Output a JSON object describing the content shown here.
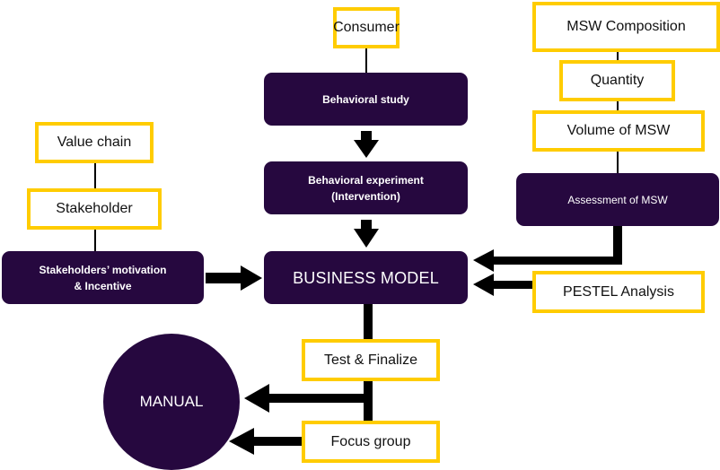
{
  "diagram": {
    "colors": {
      "process_fill": "#26083f",
      "input_border": "#ffcc00",
      "arrow": "#000000",
      "process_text": "#ffffff",
      "input_text": "#111111"
    },
    "nodes": {
      "consumer": "Consumer",
      "behavioral_study": "Behavioral study",
      "behavioral_experiment_line1": "Behavioral experiment",
      "behavioral_experiment_line2": "(Intervention)",
      "business_model": "BUSINESS MODEL",
      "value_chain": "Value chain",
      "stakeholder": "Stakeholder",
      "stakeholders_motivation_line1": "Stakeholders’ motivation",
      "stakeholders_motivation_line2": "& Incentive",
      "msw_composition": "MSW Composition",
      "quantity": "Quantity",
      "volume_of_msw": "Volume of MSW",
      "assessment_of_msw": "Assessment of MSW",
      "pestel_analysis": "PESTEL Analysis",
      "test_finalize": "Test & Finalize",
      "focus_group": "Focus group",
      "manual": "MANUAL"
    },
    "edges": [
      {
        "from": "consumer",
        "to": "behavioral_study",
        "type": "line"
      },
      {
        "from": "behavioral_study",
        "to": "behavioral_experiment",
        "type": "arrow"
      },
      {
        "from": "behavioral_experiment",
        "to": "business_model",
        "type": "arrow"
      },
      {
        "from": "value_chain",
        "to": "stakeholder",
        "type": "line"
      },
      {
        "from": "stakeholder",
        "to": "stakeholders_motivation",
        "type": "line"
      },
      {
        "from": "stakeholders_motivation",
        "to": "business_model",
        "type": "arrow"
      },
      {
        "from": "msw_composition",
        "to": "quantity",
        "type": "line"
      },
      {
        "from": "quantity",
        "to": "volume_of_msw",
        "type": "line"
      },
      {
        "from": "volume_of_msw",
        "to": "assessment_of_msw",
        "type": "line"
      },
      {
        "from": "assessment_of_msw",
        "to": "business_model",
        "type": "arrow"
      },
      {
        "from": "pestel_analysis",
        "to": "business_model",
        "type": "arrow"
      },
      {
        "from": "business_model",
        "to": "test_finalize",
        "type": "line"
      },
      {
        "from": "test_finalize",
        "to": "focus_group",
        "type": "line"
      },
      {
        "from": "test_finalize",
        "to": "manual",
        "type": "arrow"
      },
      {
        "from": "focus_group",
        "to": "manual",
        "type": "arrow"
      }
    ]
  }
}
